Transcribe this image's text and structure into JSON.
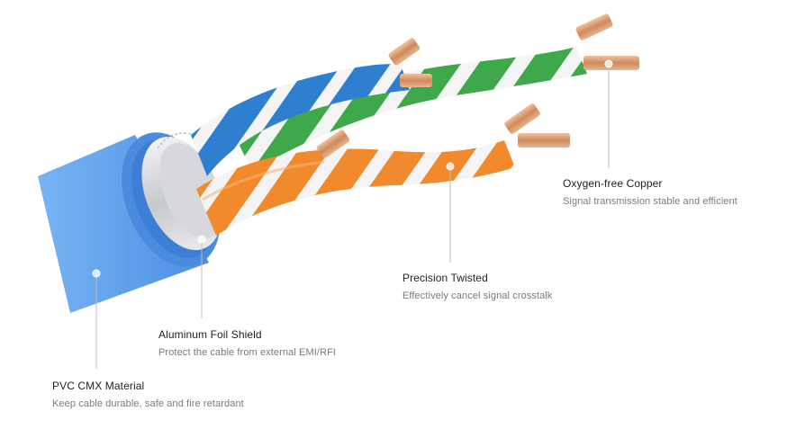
{
  "callouts": {
    "pvc": {
      "title": "PVC CMX Material",
      "desc": "Keep cable durable, safe and fire retardant"
    },
    "foil": {
      "title": "Aluminum Foil Shield",
      "desc": "Protect the cable from external EMI/RFI"
    },
    "twisted": {
      "title": "Precision Twisted",
      "desc": "Effectively cancel signal crosstalk"
    },
    "copper": {
      "title": "Oxygen-free Copper",
      "desc": "Signal transmission stable and efficient"
    }
  },
  "colors": {
    "jacket": "#5a9be8",
    "foil": "#c9ccd0",
    "blue_pair": "#2f7fd0",
    "orange_pair": "#f08a2c",
    "green_pair": "#3fa84a",
    "white_stripe": "#f4f4f4",
    "copper": "#d99a6c",
    "leader_line": "#bdbdbd"
  }
}
